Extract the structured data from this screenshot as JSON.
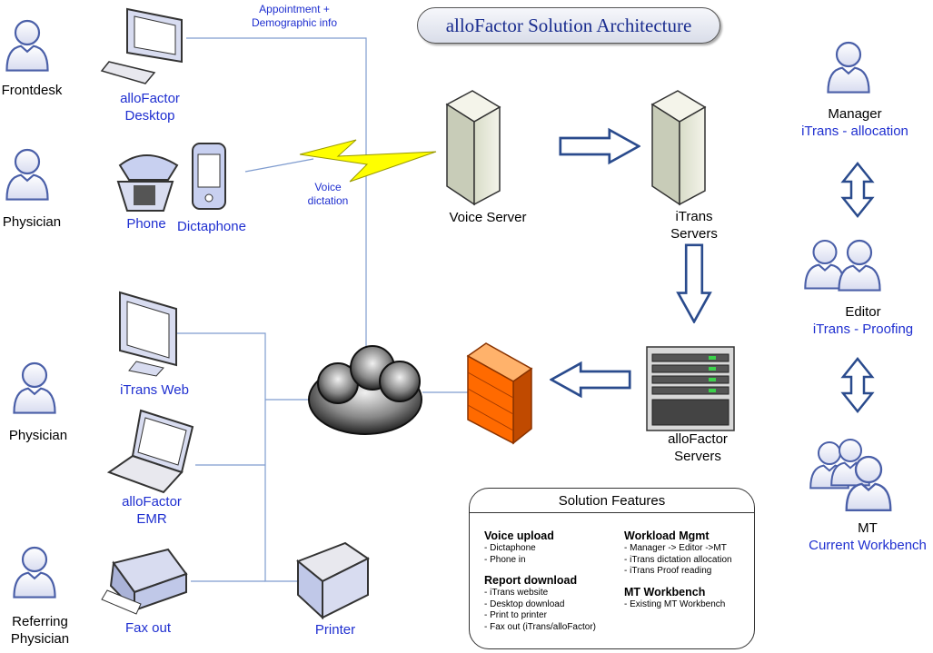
{
  "title": "alloFactor Solution Architecture",
  "labels": {
    "frontdesk": "Frontdesk",
    "physician_1": "Physician",
    "physician_2": "Physician",
    "referring_1": "Referring",
    "referring_2": "Physician",
    "desktop_1": "alloFactor",
    "desktop_2": "Desktop",
    "phone": "Phone",
    "dictaphone": "Dictaphone",
    "itrans_web": "iTrans Web",
    "emr_1": "alloFactor",
    "emr_2": "EMR",
    "fax_out": "Fax out",
    "printer": "Printer",
    "voice_server": "Voice Server",
    "itrans_servers_1": "iTrans",
    "itrans_servers_2": "Servers",
    "allofactor_servers_1": "alloFactor",
    "allofactor_servers_2": "Servers",
    "manager": "Manager",
    "manager_role": "iTrans - allocation",
    "editor": "Editor",
    "editor_role": "iTrans - Proofing",
    "mt": "MT",
    "mt_role": "Current Workbench",
    "appointment_1": "Appointment +",
    "appointment_2": "Demographic info",
    "voice_1": "Voice",
    "voice_2": "dictation"
  },
  "features": {
    "title": "Solution Features",
    "col1": [
      {
        "heading": "Voice upload",
        "items": [
          "- Dictaphone",
          "- Phone in"
        ]
      },
      {
        "heading": "Report download",
        "items": [
          "- iTrans website",
          "- Desktop download",
          "- Print to printer",
          "- Fax out (iTrans/alloFactor)"
        ]
      }
    ],
    "col2": [
      {
        "heading": "Workload Mgmt",
        "items": [
          "- Manager -> Editor ->MT",
          "- iTrans dictation allocation",
          "- iTrans Proof reading"
        ]
      },
      {
        "heading": "MT Workbench",
        "items": [
          "- Existing MT Workbench"
        ]
      }
    ]
  },
  "colors": {
    "link_text": "#1f2fd0",
    "title_text": "#1a2d8f",
    "person_fill": "#eef0fb",
    "person_stroke": "#4a5fa8",
    "line": "#7f9ccf",
    "bolt": "#ffff00",
    "firewall": "#ff6a00"
  }
}
